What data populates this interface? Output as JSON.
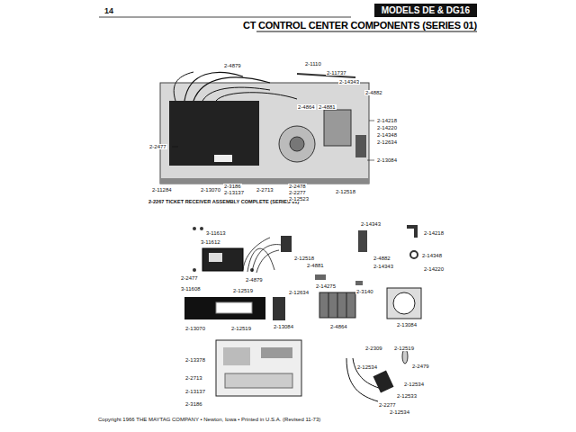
{
  "diagram": {
    "title": "CT CONTROL CENTER COMPONENTS (SERIES 01)",
    "caption": "2-2267 TICKET RECEIVER ASSEMBLY COMPLETE (SERIES 01)",
    "nodes": [
      {
        "text": [
          "MODELS DE & DG16"
        ]
      }
    ],
    "labels": [
      "14",
      "2-4879",
      "2-1110",
      "2-11737",
      "2-14343",
      "2-4882",
      "2-4864",
      "2-4881",
      "2-14218",
      "2-14220",
      "2-14348",
      "2-12634",
      "2-13084",
      "2-2477",
      "2-11284",
      "2-13070",
      "2-3186",
      "2-13137",
      "2-2713",
      "2-2478",
      "2-2277",
      "2-12523",
      "2-12518",
      "3-11613",
      "3-11612",
      "2-2477",
      "3-11608",
      "2-4879",
      "2-12518",
      "2-4881",
      "2-14343",
      "2-4882",
      "2-14343",
      "2-14218",
      "2-14348",
      "2-14220",
      "2-14275",
      "2-3140",
      "2-12634",
      "2-12519",
      "2-13070",
      "2-12519",
      "2-13084",
      "2-4864",
      "2-13084",
      "2-13378",
      "2-2309",
      "2-12519",
      "2-12534",
      "2-2479",
      "2-12534",
      "2-2713",
      "2-13137",
      "2-3186",
      "2-12533",
      "2-2277",
      "2-12534",
      "Copyright 1966 THE MAYTAG COMPANY • Newton, Iowa • Printed in U.S.A. (Revised 11-73)"
    ]
  }
}
